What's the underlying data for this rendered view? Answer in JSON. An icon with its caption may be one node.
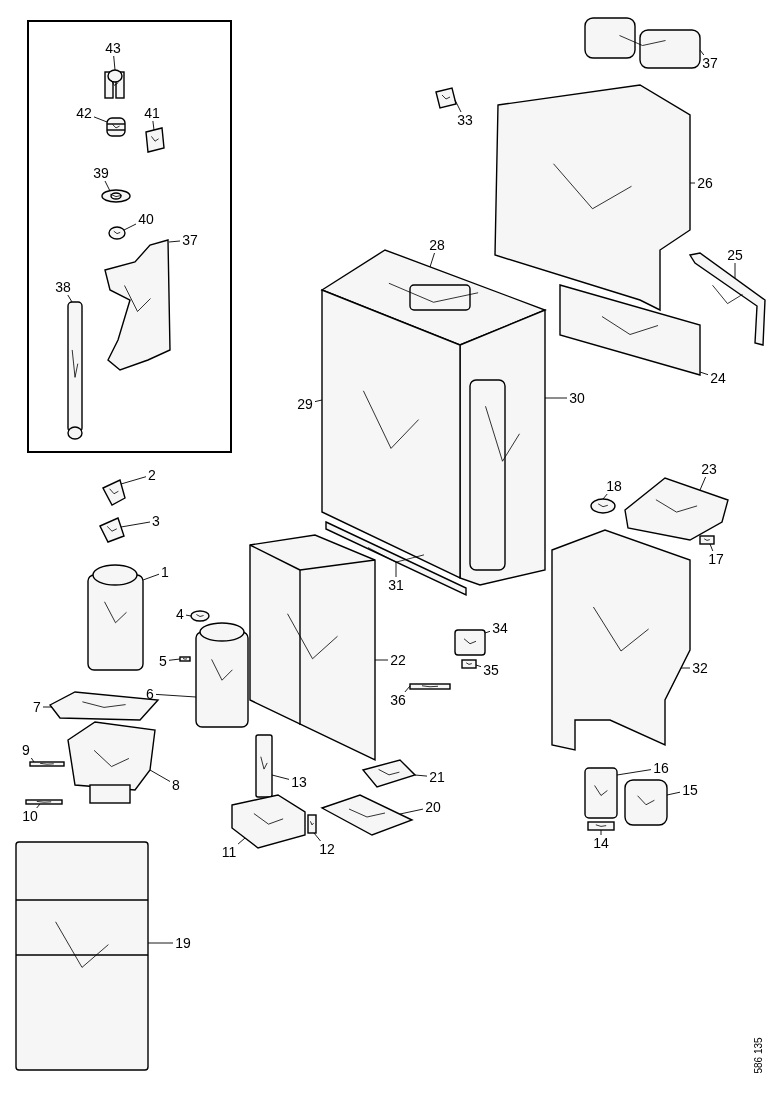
{
  "diagram": {
    "nodes": [
      {
        "text": [],
        "shape": "box"
      },
      {
        "text": [
          "43"
        ],
        "in": 0
      },
      {
        "text": [
          "42"
        ],
        "in": 0
      },
      {
        "text": [
          "41"
        ],
        "in": 0
      },
      {
        "text": [
          "39"
        ],
        "in": 0
      },
      {
        "text": [
          "40"
        ],
        "in": 0
      },
      {
        "text": [
          "37"
        ],
        "in": 0
      },
      {
        "text": [
          "38"
        ],
        "in": 0
      },
      {
        "text": [
          "37"
        ]
      },
      {
        "text": [
          "33"
        ]
      },
      {
        "text": [
          "26"
        ]
      },
      {
        "text": [
          "28"
        ]
      },
      {
        "text": [
          "25"
        ]
      },
      {
        "text": [
          "24"
        ]
      },
      {
        "text": [
          "30"
        ]
      },
      {
        "text": [
          "29"
        ]
      },
      {
        "text": [
          "23"
        ]
      },
      {
        "text": [
          "2"
        ]
      },
      {
        "text": [
          "18"
        ]
      },
      {
        "text": [
          "3"
        ]
      },
      {
        "text": [
          "17"
        ]
      },
      {
        "text": [
          "31"
        ]
      },
      {
        "text": [
          "1"
        ]
      },
      {
        "text": [
          "4"
        ]
      },
      {
        "text": [
          "22"
        ]
      },
      {
        "text": [
          "34"
        ]
      },
      {
        "text": [
          "5"
        ]
      },
      {
        "text": [
          "32"
        ]
      },
      {
        "text": [
          "35"
        ]
      },
      {
        "text": [
          "36"
        ]
      },
      {
        "text": [
          "6"
        ]
      },
      {
        "text": [
          "7"
        ]
      },
      {
        "text": [
          "9"
        ]
      },
      {
        "text": [
          "16"
        ]
      },
      {
        "text": [
          "21"
        ]
      },
      {
        "text": [
          "13"
        ]
      },
      {
        "text": [
          "8"
        ]
      },
      {
        "text": [
          "15"
        ]
      },
      {
        "text": [
          "20"
        ]
      },
      {
        "text": [
          "10"
        ]
      },
      {
        "text": [
          "14"
        ]
      },
      {
        "text": [
          "12"
        ]
      },
      {
        "text": [
          "11"
        ]
      },
      {
        "text": [
          "19"
        ]
      },
      {
        "text": [],
        "shape": "picture",
        "in": 0
      },
      {
        "text": [],
        "shape": "picture",
        "in": 0
      },
      {
        "text": [],
        "shape": "picture",
        "in": 0
      },
      {
        "text": [],
        "shape": "picture",
        "in": 0
      },
      {
        "text": [],
        "shape": "picture",
        "in": 0
      },
      {
        "text": [],
        "shape": "picture",
        "in": 0
      },
      {
        "text": [],
        "shape": "picture",
        "in": 0
      },
      {
        "text": [],
        "shape": "picture"
      },
      {
        "text": [],
        "shape": "picture"
      },
      {
        "text": [],
        "shape": "picture"
      },
      {
        "text": [],
        "shape": "picture"
      },
      {
        "text": [],
        "shape": "picture"
      },
      {
        "text": [],
        "shape": "picture"
      },
      {
        "text": [],
        "shape": "picture"
      },
      {
        "text": [],
        "shape": "picture"
      },
      {
        "text": [],
        "shape": "picture"
      },
      {
        "text": [],
        "shape": "picture"
      },
      {
        "text": [],
        "shape": "picture"
      },
      {
        "text": [],
        "shape": "picture"
      },
      {
        "text": [],
        "shape": "picture"
      },
      {
        "text": [],
        "shape": "picture"
      },
      {
        "text": [],
        "shape": "picture"
      },
      {
        "text": [],
        "shape": "picture"
      },
      {
        "text": [],
        "shape": "picture"
      },
      {
        "text": [],
        "shape": "picture"
      },
      {
        "text": [],
        "shape": "picture"
      },
      {
        "text": [],
        "shape": "picture"
      },
      {
        "text": [],
        "shape": "picture"
      },
      {
        "text": [],
        "shape": "picture"
      },
      {
        "text": [],
        "shape": "picture"
      },
      {
        "text": [],
        "shape": "picture"
      },
      {
        "text": [],
        "shape": "picture"
      },
      {
        "text": [],
        "shape": "picture"
      },
      {
        "text": [],
        "shape": "picture"
      },
      {
        "text": [],
        "shape": "picture"
      },
      {
        "text": [],
        "shape": "picture"
      },
      {
        "text": [],
        "shape": "picture"
      },
      {
        "text": [],
        "shape": "picture"
      },
      {
        "text": [],
        "shape": "picture"
      },
      {
        "text": [],
        "shape": "picture"
      },
      {
        "text": [],
        "shape": "picture"
      },
      {
        "text": [],
        "shape": "picture"
      },
      {
        "text": [],
        "shape": "picture"
      }
    ],
    "edges": [
      {
        "from": 1,
        "to": 44,
        "arrow": "none"
      },
      {
        "from": 2,
        "to": 45,
        "arrow": "none"
      },
      {
        "from": 3,
        "to": 46,
        "arrow": "none"
      },
      {
        "from": 4,
        "to": 47,
        "arrow": "none"
      },
      {
        "from": 5,
        "to": 48,
        "arrow": "none"
      },
      {
        "from": 6,
        "to": 49,
        "arrow": "none"
      },
      {
        "from": 7,
        "to": 50,
        "arrow": "none"
      },
      {
        "from": 8,
        "to": 51,
        "arrow": "none"
      },
      {
        "from": 9,
        "to": 52,
        "arrow": "none"
      },
      {
        "from": 10,
        "to": 53,
        "arrow": "none"
      },
      {
        "from": 11,
        "to": 54,
        "arrow": "none"
      },
      {
        "from": 12,
        "to": 55,
        "arrow": "none"
      },
      {
        "from": 13,
        "to": 56,
        "arrow": "none"
      },
      {
        "from": 14,
        "to": 57,
        "arrow": "none"
      },
      {
        "from": 15,
        "to": 58,
        "arrow": "none"
      },
      {
        "from": 16,
        "to": 59,
        "arrow": "none"
      },
      {
        "from": 17,
        "to": 60,
        "arrow": "none"
      },
      {
        "from": 18,
        "to": 61,
        "arrow": "none"
      },
      {
        "from": 19,
        "to": 62,
        "arrow": "none"
      },
      {
        "from": 20,
        "to": 63,
        "arrow": "none"
      },
      {
        "from": 21,
        "to": 64,
        "arrow": "none"
      },
      {
        "from": 22,
        "to": 65,
        "arrow": "none"
      },
      {
        "from": 23,
        "to": 66,
        "arrow": "none"
      },
      {
        "from": 24,
        "to": 67,
        "arrow": "none"
      },
      {
        "from": 25,
        "to": 68,
        "arrow": "none"
      },
      {
        "from": 26,
        "to": 69,
        "arrow": "none"
      },
      {
        "from": 27,
        "to": 70,
        "arrow": "none"
      },
      {
        "from": 28,
        "to": 71,
        "arrow": "none"
      },
      {
        "from": 29,
        "to": 72,
        "arrow": "none"
      },
      {
        "from": 30,
        "to": 73,
        "arrow": "none"
      },
      {
        "from": 31,
        "to": 74,
        "arrow": "none"
      },
      {
        "from": 32,
        "to": 75,
        "arrow": "none"
      },
      {
        "from": 33,
        "to": 76,
        "arrow": "none"
      },
      {
        "from": 34,
        "to": 77,
        "arrow": "none"
      },
      {
        "from": 35,
        "to": 78,
        "arrow": "none"
      },
      {
        "from": 36,
        "to": 79,
        "arrow": "none"
      },
      {
        "from": 37,
        "to": 80,
        "arrow": "none"
      },
      {
        "from": 38,
        "to": 81,
        "arrow": "none"
      },
      {
        "from": 39,
        "to": 82,
        "arrow": "none"
      },
      {
        "from": 40,
        "to": 83,
        "arrow": "none"
      },
      {
        "from": 41,
        "to": 84,
        "arrow": "none"
      },
      {
        "from": 42,
        "to": 85,
        "arrow": "none"
      },
      {
        "from": 43,
        "to": 86,
        "arrow": "none"
      }
    ],
    "labels": [
      "586 135"
    ]
  }
}
